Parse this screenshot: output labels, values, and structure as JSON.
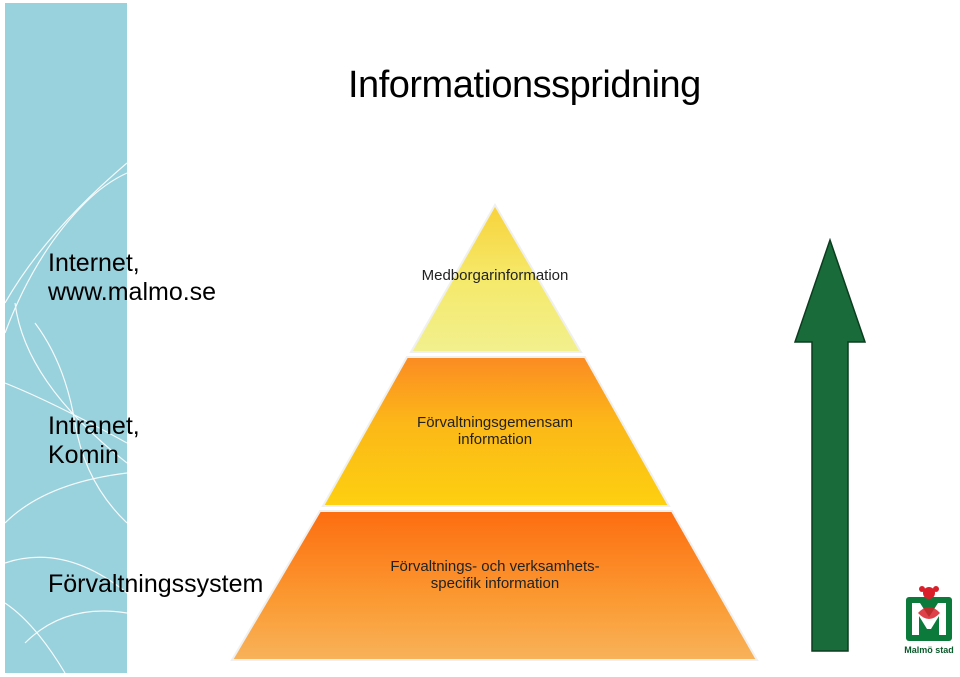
{
  "title": "Informationsspridning",
  "levels": [
    {
      "channel_line1": "Internet,",
      "channel_line2": "www.malmo.se",
      "tier_line1": "Medborgarinformation",
      "tier_line2": ""
    },
    {
      "channel_line1": "Intranet,",
      "channel_line2": "Komin",
      "tier_line1": "Förvaltningsgemensam",
      "tier_line2": "information"
    },
    {
      "channel_line1": "Förvaltningssystem",
      "channel_line2": "",
      "tier_line1": "Förvaltnings- och verksamhets-",
      "tier_line2": "specifik information"
    }
  ],
  "colors": {
    "sidebar": "#99d1dc",
    "tier_top": "#f5e96a",
    "tier_middle": "#fcc20f",
    "tier_bottom": "#fc7a12",
    "arrow": "#1a6b3a"
  },
  "icons": {
    "arrow": "up-arrow-icon",
    "logo": "malmo-logo-icon"
  },
  "logo": {
    "text": "Malmö stad"
  }
}
